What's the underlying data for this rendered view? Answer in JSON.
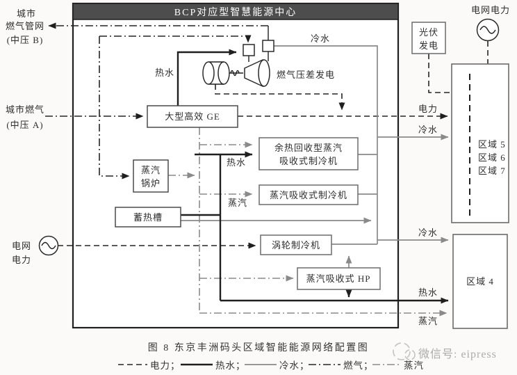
{
  "title": "BCP对应型智慧能源中心",
  "sources": {
    "gas_network_b": [
      "城市",
      "燃气管网",
      "(中压 B)"
    ],
    "gas_a": [
      "城市燃气",
      "(中压 A)"
    ],
    "grid_left": [
      "电网",
      "电力"
    ],
    "grid_right": "电网电力",
    "pv": [
      "光伏",
      "发电"
    ]
  },
  "units": {
    "ge": "大型高效 GE",
    "gas_pressure_gen": "燃气压差发电",
    "boiler": [
      "蒸汽",
      "锅炉"
    ],
    "heat_tank": "蓄热槽",
    "waste_heat_chiller": [
      "余热回收型蒸汽",
      "吸收式制冷机"
    ],
    "steam_chiller": "蒸汽吸收式制冷机",
    "turbo_chiller": "涡轮制冷机",
    "steam_hp": "蒸汽吸收式 HP"
  },
  "zones": {
    "group567": [
      "区域 5",
      "区域 6",
      "区域 7"
    ],
    "zone4": "区域 4"
  },
  "flows": {
    "hot_water_ge": "热水",
    "cold_water_hx": "冷水",
    "power_bus": "电力",
    "cold_water_567": "冷水",
    "hot_water_chiller": "热水",
    "steam_chiller_in": "蒸汽",
    "cold_water_z4": "冷水",
    "hot_water_z4": "热水",
    "steam_z4": "蒸汽"
  },
  "caption": "图 8  东京丰洲码头区域智能能源网络配置图",
  "legend": {
    "power": "电力；",
    "hot_water": "热水；",
    "cold_water": "冷水；",
    "gas": "燃气；",
    "steam": "蒸汽"
  },
  "watermark": "微信号: eipress",
  "colors": {
    "line_black": "#1f1f1f",
    "line_gray": "#8a8a8a",
    "titlebar_bg": "#4d4d4d",
    "titlebar_text": "#ffffff",
    "watermark_gray": "#ababab"
  }
}
